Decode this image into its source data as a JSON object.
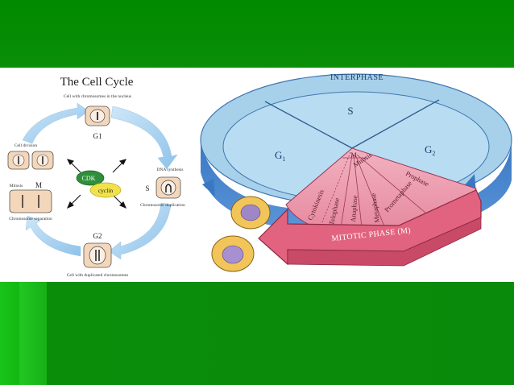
{
  "slide": {
    "background_color": "#0a8a0a"
  },
  "left_diagram": {
    "title": "The Cell Cycle",
    "top_caption": "Cell with chromosomes in the nucleus",
    "g1": "G1",
    "g2": "G2",
    "s": "S",
    "m": "M",
    "cell_division": "Cell division",
    "mitosis": "Mitosis",
    "chromosome_separation": "Chromosome separation",
    "dna_synthesis": "DNA synthesis",
    "chromosome_duplication": "Chromosome duplication",
    "bottom_caption": "Cell with duplicated chromosomes",
    "cdk": "CDK",
    "cyclin": "cyclin"
  },
  "right_diagram": {
    "interphase": "INTERPHASE",
    "s": "S",
    "g1": "G",
    "g1_sub": "1",
    "g2": "G",
    "g2_sub": "2",
    "m": "M",
    "mitotic_phase": "MITOTIC PHASE (M)",
    "sublabels": {
      "cytokinesis": "Cytokinesis",
      "telophase": "Telophase",
      "anaphase": "Anaphase",
      "metaphase": "Metaphase",
      "prometaphase": "Prometaphase",
      "prophase": "Prophase",
      "mitosis": "Mitosis"
    }
  }
}
